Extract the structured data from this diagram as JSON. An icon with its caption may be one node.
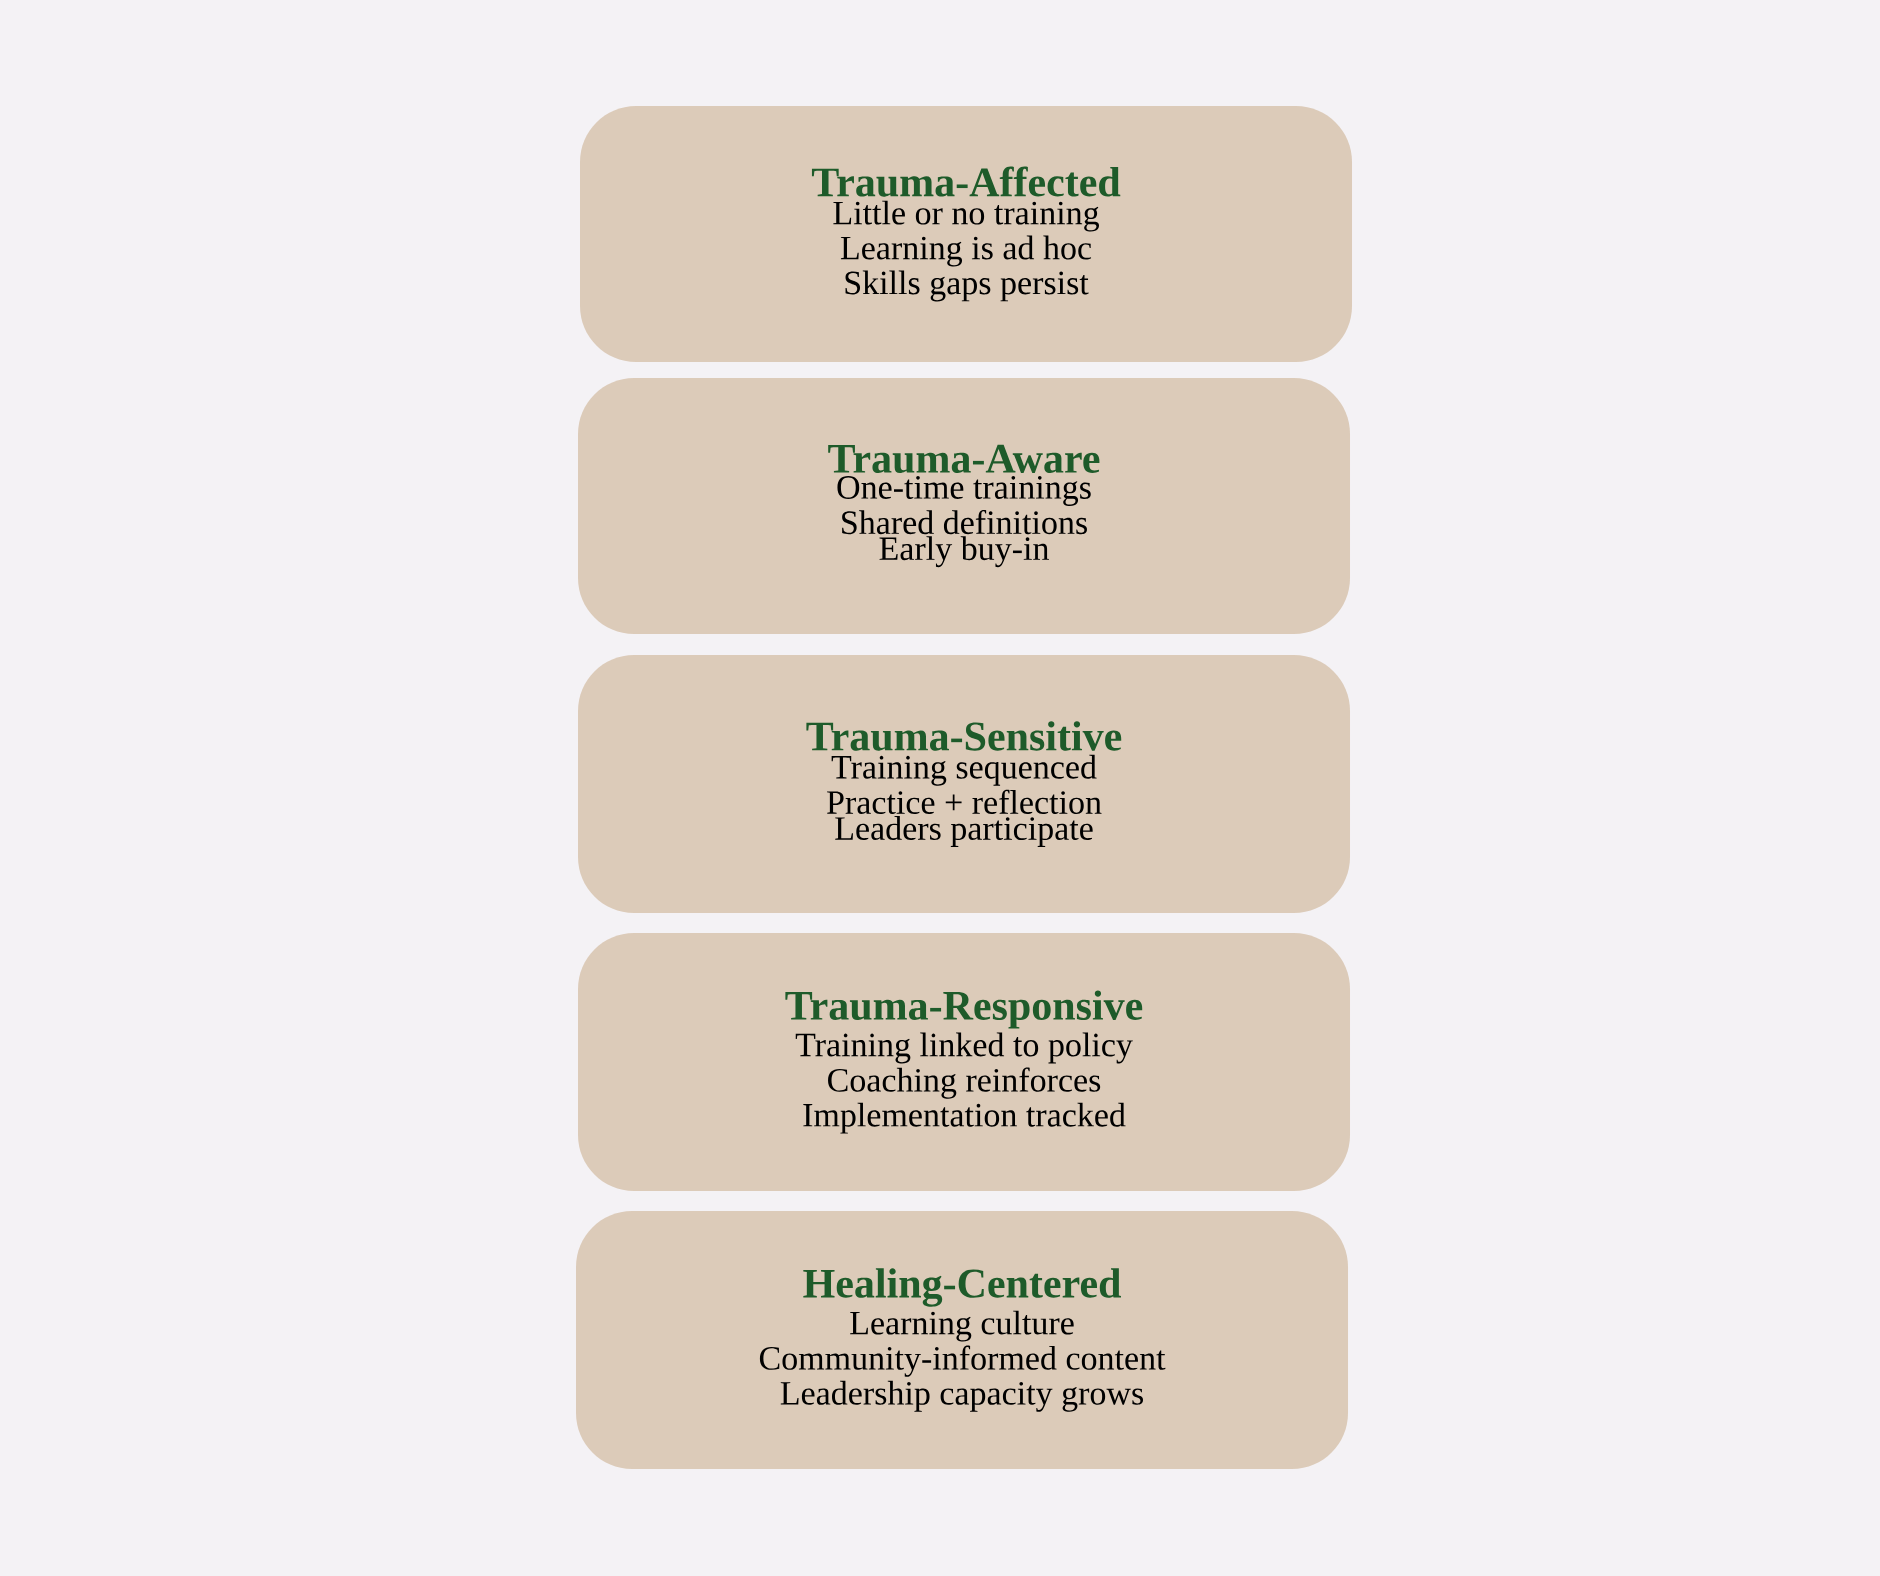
{
  "diagram": {
    "nodes": [
      {
        "text": [
          "Trauma-Affected",
          "Little or no training",
          "Learning is ad hoc",
          "Skills gaps persist"
        ]
      },
      {
        "text": [
          "Trauma-Aware",
          "One-time trainings",
          "Shared definitions",
          "Early buy-in"
        ]
      },
      {
        "text": [
          "Trauma-Sensitive",
          "Training sequenced",
          "Practice + reflection",
          "Leaders participate"
        ]
      },
      {
        "text": [
          "Trauma-Responsive",
          "Training linked to policy",
          "Coaching reinforces",
          "Implementation tracked"
        ]
      },
      {
        "text": [
          "Healing-Centered",
          "Learning culture",
          "Community-informed content",
          "Leadership capacity grows"
        ]
      }
    ]
  }
}
